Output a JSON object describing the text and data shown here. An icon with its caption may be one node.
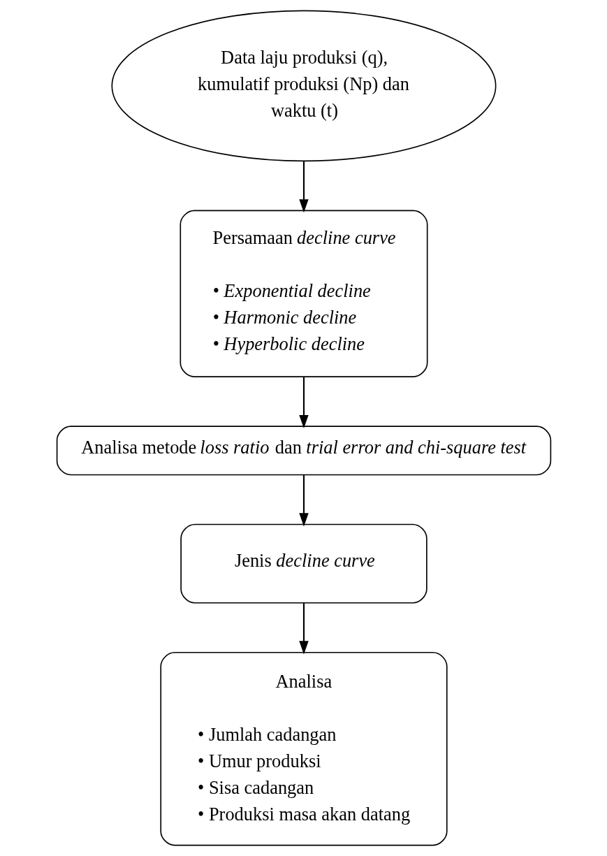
{
  "diagram": {
    "nodes": [
      {
        "text": [
          "Data laju produksi (q), kumulatif produksi (Np) dan waktu (t)"
        ]
      },
      {
        "text": [
          "Persamaan *decline curve*",
          "• Exponential decline",
          "• Harmonic decline",
          "• Hyperbolic decline"
        ]
      },
      {
        "text": [
          "Analisa metode *loss ratio* dan *trial error and chi-square test*"
        ]
      },
      {
        "text": [
          "Jenis *decline curve*"
        ]
      },
      {
        "text": [
          "Analisa",
          "• Jumlah cadangan",
          "• Umur produksi",
          "• Sisa cadangan",
          "• Produksi masa akan datang"
        ]
      }
    ],
    "edges": [
      {
        "from": 0,
        "to": 1,
        "arrow": "to"
      },
      {
        "from": 1,
        "to": 2,
        "arrow": "to"
      },
      {
        "from": 2,
        "to": 3,
        "arrow": "to"
      },
      {
        "from": 3,
        "to": 4,
        "arrow": "to"
      }
    ]
  }
}
